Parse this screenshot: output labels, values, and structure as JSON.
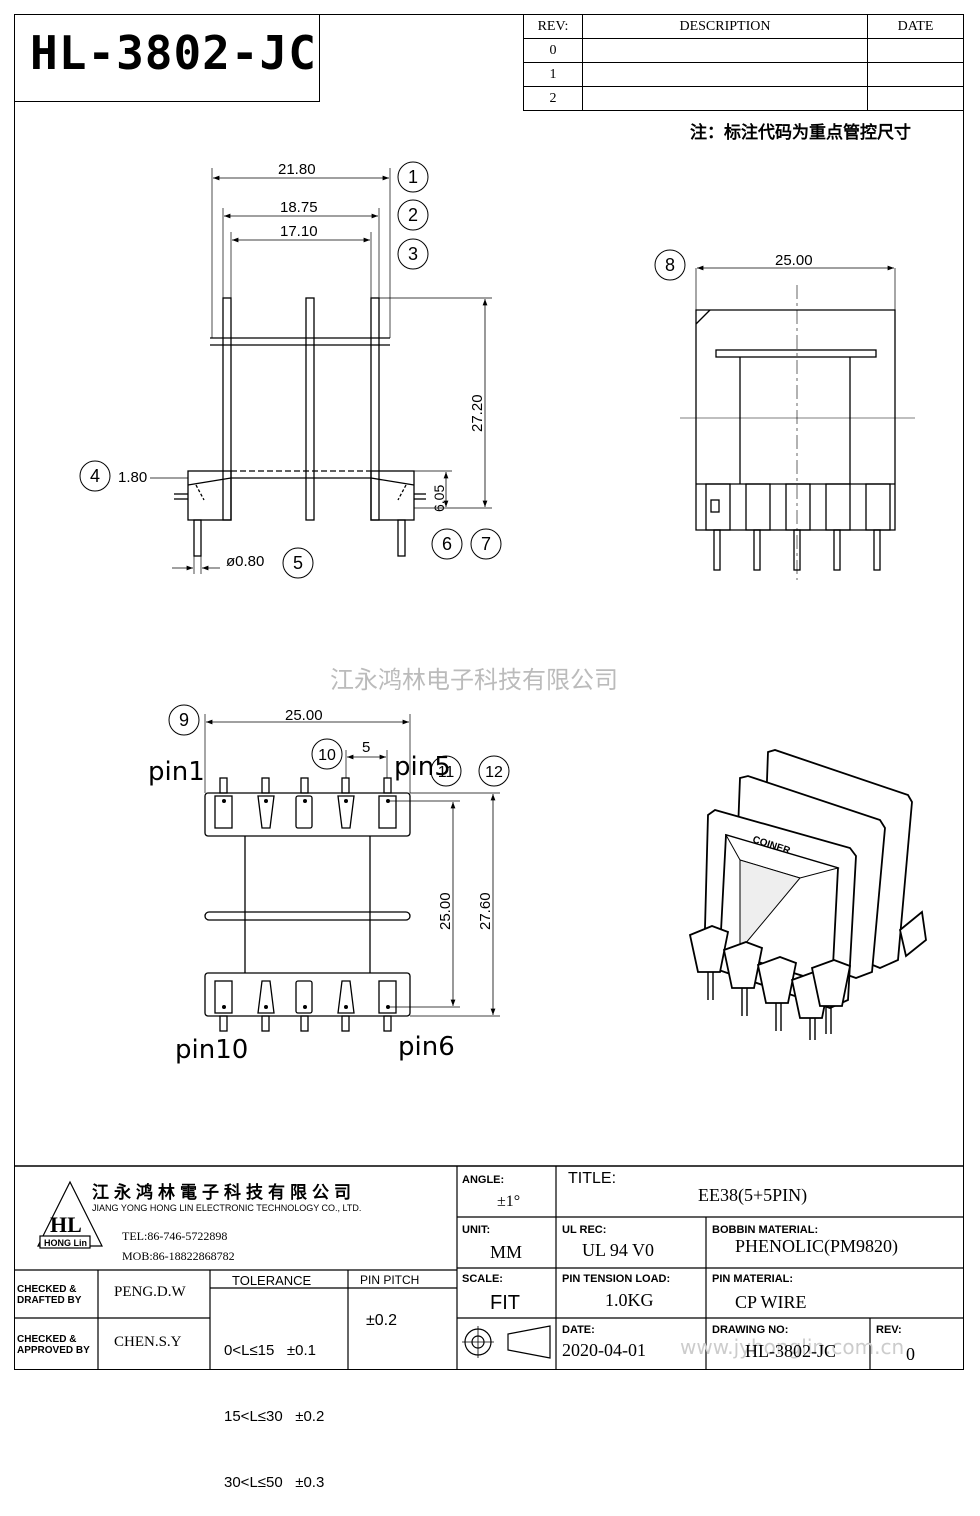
{
  "part_number": "HL-3802-JC",
  "rev_table": {
    "headers": [
      "REV:",
      "DESCRIPTION",
      "DATE"
    ],
    "rows": [
      "0",
      "1",
      "2"
    ]
  },
  "note": "注：标注代码为重点管控尺寸",
  "watermark": "江永鸿林电子科技有限公司",
  "watermark_url": "www.jyhonglin.com.cn",
  "dimensions": {
    "d1": "21.80",
    "d2": "18.75",
    "d3": "17.10",
    "d4": "1.80",
    "d5": "ø0.80",
    "d6_7": "6.05",
    "height": "27.20",
    "d8": "25.00",
    "d9": "25.00",
    "d10": "5",
    "d11_12": "27.60",
    "d_inner": "25.00"
  },
  "callouts": [
    "1",
    "2",
    "3",
    "4",
    "5",
    "6",
    "7",
    "8",
    "9",
    "10",
    "11",
    "12"
  ],
  "pins": {
    "pin1": "pin1",
    "pin5": "pin5",
    "pin6": "pin6",
    "pin10": "pin10"
  },
  "iso_label": "COINER",
  "company": {
    "cn": "江永鸿林電子科技有限公司",
    "en": "JIANG YONG HONG LIN ELECTRONIC TECHNOLOGY CO., LTD.",
    "tel": "TEL:86-746-5722898",
    "mob": "MOB:86-18822868782",
    "logo_letters": "HL",
    "logo_sub": "HONG Lin"
  },
  "title_block": {
    "angle_label": "ANGLE:",
    "angle": "±1°",
    "unit_label": "UNIT:",
    "unit": "MM",
    "scale_label": "SCALE:",
    "scale": "FIT",
    "title_label": "TITLE:",
    "title": "EE38(5+5PIN)",
    "ul_label": "UL REC:",
    "ul": "UL 94 V0",
    "bobbin_label": "BOBBIN MATERIAL:",
    "bobbin": "PHENOLIC(PM9820)",
    "tension_label": "PIN TENSION LOAD:",
    "tension": "1.0KG",
    "pin_mat_label": "PIN MATERIAL:",
    "pin_mat": "CP WIRE",
    "date_label": "DATE:",
    "date": "2020-04-01",
    "drawing_label": "DRAWING NO:",
    "drawing": "HL-3802-JC",
    "rev_label": "REV:",
    "rev": "0",
    "checked_drafted": "CHECKED & DRAFTED BY",
    "drafter": "PENG.D.W",
    "checked_approved": "CHECKED & APPROVED BY",
    "approver": "CHEN.S.Y",
    "tolerance_label": "TOLERANCE",
    "tolerance": [
      "0<L≤15   ±0.1",
      "15<L≤30   ±0.2",
      "30<L≤50   ±0.3"
    ],
    "pitch_label": "PIN PITCH",
    "pitch": "±0.2"
  }
}
